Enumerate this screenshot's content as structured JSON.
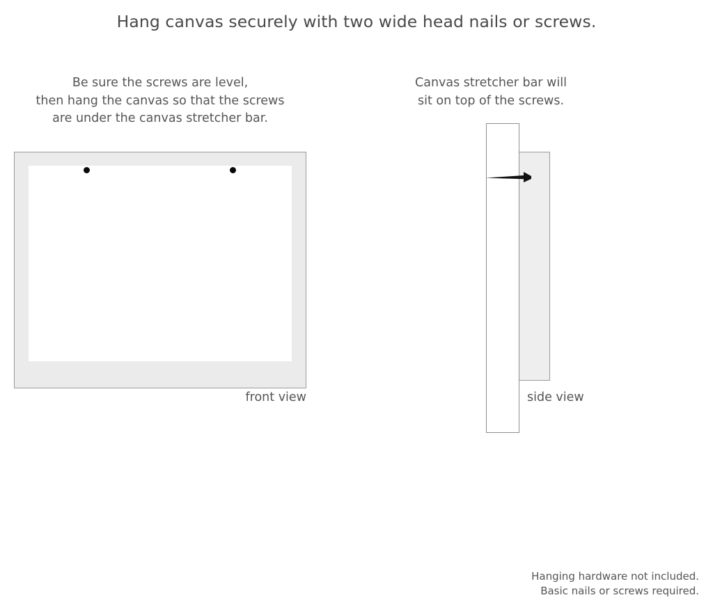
{
  "title": "Hang canvas securely with two wide head nails or screws.",
  "captions": {
    "left": [
      "Be sure the screws are level,",
      "then hang the canvas so that the screws",
      "are under the canvas stretcher bar."
    ],
    "right": [
      "Canvas stretcher bar will",
      "sit on top of the screws."
    ]
  },
  "diagrams": {
    "front": {
      "label": "front view",
      "frame_color": "#ebebeb",
      "frame_border_color": "#9a9a9a",
      "inner_color": "#ffffff",
      "screw_dot_color": "#080808",
      "screw_count": 2
    },
    "side": {
      "label": "side view",
      "wall_color": "#ffffff",
      "wall_border_color": "#8e8e8e",
      "canvas_color": "#eeeeee",
      "canvas_border_color": "#9a9a9a",
      "screw_color": "#111111"
    }
  },
  "footer": [
    "Hanging hardware not included.",
    "Basic nails or screws required."
  ]
}
